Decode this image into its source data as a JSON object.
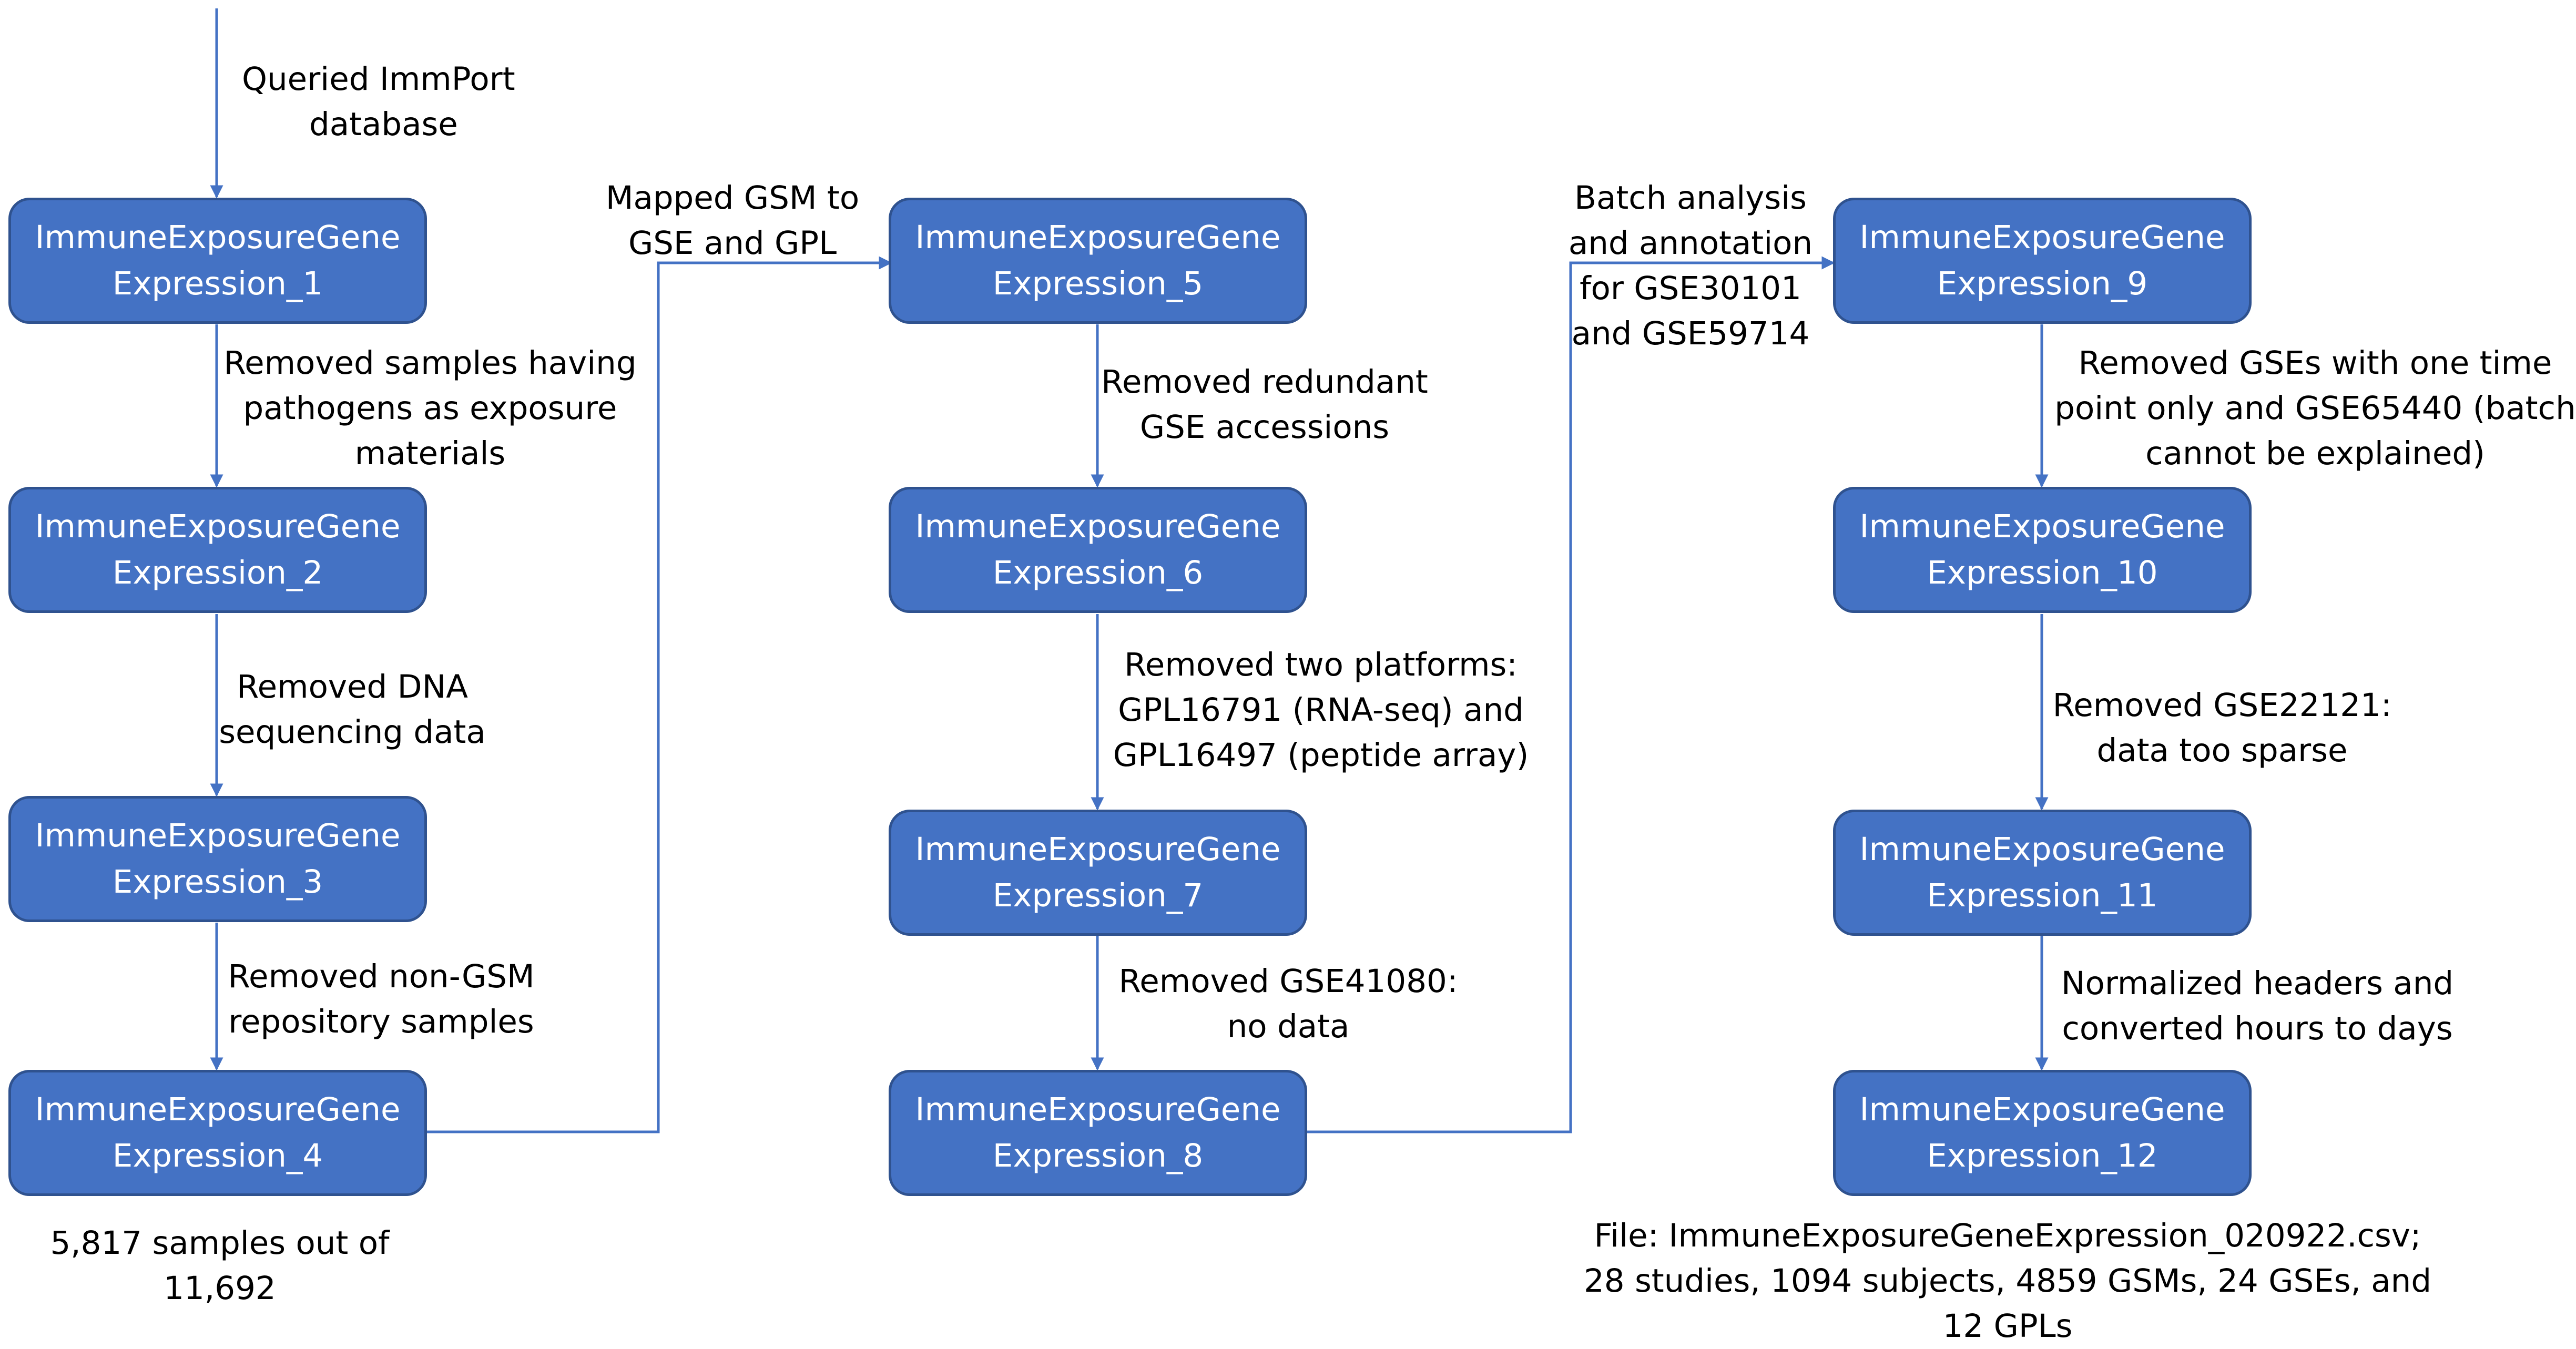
{
  "colors": {
    "box_fill": "#4472c4",
    "box_border": "#2f528f",
    "connector": "#4472c4",
    "text": "#000000"
  },
  "nodes": [
    {
      "id": "n1",
      "lines": [
        "ImmuneExposureGene",
        "Expression_1"
      ]
    },
    {
      "id": "n2",
      "lines": [
        "ImmuneExposureGene",
        "Expression_2"
      ]
    },
    {
      "id": "n3",
      "lines": [
        "ImmuneExposureGene",
        "Expression_3"
      ]
    },
    {
      "id": "n4",
      "lines": [
        "ImmuneExposureGene",
        "Expression_4"
      ]
    },
    {
      "id": "n5",
      "lines": [
        "ImmuneExposureGene",
        "Expression_5"
      ]
    },
    {
      "id": "n6",
      "lines": [
        "ImmuneExposureGene",
        "Expression_6"
      ]
    },
    {
      "id": "n7",
      "lines": [
        "ImmuneExposureGene",
        "Expression_7"
      ]
    },
    {
      "id": "n8",
      "lines": [
        "ImmuneExposureGene",
        "Expression_8"
      ]
    },
    {
      "id": "n9",
      "lines": [
        "ImmuneExposureGene",
        "Expression_9"
      ]
    },
    {
      "id": "n10",
      "lines": [
        "ImmuneExposureGene",
        "Expression_10"
      ]
    },
    {
      "id": "n11",
      "lines": [
        "ImmuneExposureGene",
        "Expression_11"
      ]
    },
    {
      "id": "n12",
      "lines": [
        "ImmuneExposureGene",
        "Expression_12"
      ]
    }
  ],
  "edges": [
    {
      "from": "start",
      "to": "n1",
      "lines": [
        "Queried ImmPort",
        "database"
      ]
    },
    {
      "from": "n1",
      "to": "n2",
      "lines": [
        "Removed samples having",
        "pathogens as exposure",
        "materials"
      ]
    },
    {
      "from": "n2",
      "to": "n3",
      "lines": [
        "Removed DNA",
        "sequencing data"
      ]
    },
    {
      "from": "n3",
      "to": "n4",
      "lines": [
        "Removed non-GSM",
        "repository samples"
      ]
    },
    {
      "from": "n4",
      "to": "n5",
      "lines": [
        "Mapped GSM to",
        "GSE and GPL"
      ]
    },
    {
      "from": "n5",
      "to": "n6",
      "lines": [
        "Removed redundant",
        "GSE accessions"
      ]
    },
    {
      "from": "n6",
      "to": "n7",
      "lines": [
        "Removed two platforms:",
        "GPL16791 (RNA-seq) and",
        "GPL16497 (peptide array)"
      ]
    },
    {
      "from": "n7",
      "to": "n8",
      "lines": [
        "Removed GSE41080:",
        "no data"
      ]
    },
    {
      "from": "n8",
      "to": "n9",
      "lines": [
        "Batch analysis",
        "and annotation",
        "for GSE30101",
        "and GSE59714"
      ]
    },
    {
      "from": "n9",
      "to": "n10",
      "lines": [
        "Removed GSEs with one time",
        "point only and GSE65440 (batch",
        "cannot be explained)"
      ]
    },
    {
      "from": "n10",
      "to": "n11",
      "lines": [
        "Removed GSE22121:",
        "data too sparse"
      ]
    },
    {
      "from": "n11",
      "to": "n12",
      "lines": [
        "Normalized headers and",
        "converted hours to days"
      ]
    }
  ],
  "notes": [
    {
      "id": "summary-4",
      "lines": [
        "5,817 samples out of",
        "11,692"
      ]
    },
    {
      "id": "summary-12",
      "lines": [
        "File: ImmuneExposureGeneExpression_020922.csv;",
        "28 studies, 1094 subjects, 4859 GSMs, 24 GSEs, and",
        "12 GPLs"
      ]
    }
  ]
}
